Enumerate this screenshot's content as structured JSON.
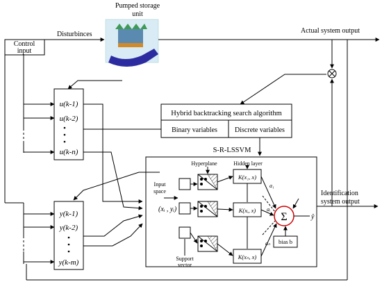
{
  "title": "Pumped storage unit",
  "title_line1": "Pumped storage",
  "title_line2": "unit",
  "control_line1": "Control",
  "control_line2": "input",
  "disturbances": "Disturbinces",
  "actual_output": "Actual system output",
  "hbsa": "Hybrid backtracking search algorithm",
  "binary_vars": "Binary variables",
  "discrete_vars": "Discrete variables",
  "srlssvm": "S-R-LSSVM",
  "hyperplane": "Hyperplane",
  "hidden_layer": "Hidden layer",
  "input_space_line1": "Input",
  "input_space_line2": "space",
  "support_vector_line1": "Support",
  "support_vector_line2": "vector",
  "xy_pair": "(xᵢ , yᵢ)",
  "kernel_1": "K(x₁, x)",
  "kernel_2": "K(xᵢ, x)",
  "kernel_n": "K(xₙ, x)",
  "a1": "a₁",
  "ai": "aᵢ",
  "an": "aₙ",
  "sum_symbol": "Σ",
  "yhat": "ŷ",
  "bias": "bias b",
  "ident_line1": "Identification",
  "ident_line2": "system output",
  "u_list": [
    "u(k-1)",
    "u(k-2)",
    "u(k-n)"
  ],
  "y_list": [
    "y(k-1)",
    "y(k-2)",
    "y(k-m)"
  ],
  "dots": "•"
}
